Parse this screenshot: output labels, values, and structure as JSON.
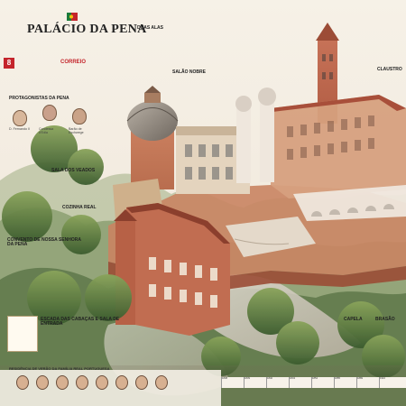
{
  "header": {
    "title": "PALÁCIO DA PENA",
    "page_number": "8",
    "logo": "CORREIO"
  },
  "sections": {
    "protagonists_title": "PROTAGONISTAS DA PENA",
    "deer_room": "SALA DOS VEADOS",
    "kitchen": "COZINHA REAL",
    "convent": "CONVENTO DE NOSSA SENHORA DA PENA",
    "stair": "ESCADA DAS CABAÇAS E SALA DE ENTRADA",
    "chapel": "CAPELA",
    "coat": "BRASÃO",
    "cloister": "CLAUSTRO",
    "two_wings": "DUAS ALAS",
    "noble_room": "SALÃO NOBRE",
    "bottom_strip": "RESIDÊNCIA DE VERÃO DA FAMÍLIA REAL PORTUGUESA"
  },
  "people": [
    {
      "label": "D. Fernando II"
    },
    {
      "label": "Condessa d'Edla"
    },
    {
      "label": "Barão de Eschwege"
    }
  ],
  "timeline": [
    {
      "label": "1838"
    },
    {
      "label": "1839"
    },
    {
      "label": "1840"
    },
    {
      "label": "1843"
    },
    {
      "label": "1854"
    },
    {
      "label": "1885"
    },
    {
      "label": "1889"
    },
    {
      "label": "1910"
    }
  ]
}
